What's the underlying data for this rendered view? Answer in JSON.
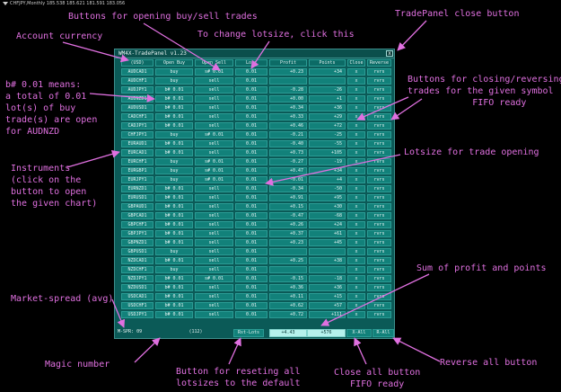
{
  "chart_header": "CHFJPY,Monthly  185.538 185.621 181.591 183.056",
  "panel": {
    "title": "WM4X-TradePanel v1.23",
    "close_label": "x",
    "headers": [
      "(USD)",
      "Open Buy",
      "Open Sell",
      "Lots",
      "Profit",
      "Points",
      "Close",
      "Reverse"
    ],
    "rows": [
      {
        "symbol": "AUDCAD1",
        "buy": "buy",
        "sell": "s# 0.01",
        "lots": "0.01",
        "profit": "+0.23",
        "points": "+34",
        "close": "x",
        "reverse": "rvrs"
      },
      {
        "symbol": "AUDCHF1",
        "buy": "buy",
        "sell": "sell",
        "lots": "0.01",
        "profit": "",
        "points": "",
        "close": "x",
        "reverse": "rvrs"
      },
      {
        "symbol": "AUDJPY1",
        "buy": "b# 0.01",
        "sell": "sell",
        "lots": "0.01",
        "profit": "-0.28",
        "points": "-26",
        "close": "x",
        "reverse": "rvrs"
      },
      {
        "symbol": "AUDNZD1",
        "buy": "b# 0.01",
        "sell": "sell",
        "lots": "0.01",
        "profit": "+0.00",
        "points": "+1",
        "close": "x",
        "reverse": "rvrs"
      },
      {
        "symbol": "AUDUSD1",
        "buy": "b# 0.01",
        "sell": "sell",
        "lots": "0.01",
        "profit": "+0.34",
        "points": "+36",
        "close": "x",
        "reverse": "rvrs"
      },
      {
        "symbol": "CADCHF1",
        "buy": "b# 0.01",
        "sell": "sell",
        "lots": "0.01",
        "profit": "+0.33",
        "points": "+29",
        "close": "x",
        "reverse": "rvrs"
      },
      {
        "symbol": "CADJPY1",
        "buy": "b# 0.01",
        "sell": "sell",
        "lots": "0.01",
        "profit": "+0.46",
        "points": "+72",
        "close": "x",
        "reverse": "rvrs"
      },
      {
        "symbol": "CHFJPY1",
        "buy": "buy",
        "sell": "s# 0.01",
        "lots": "0.01",
        "profit": "-0.21",
        "points": "-25",
        "close": "x",
        "reverse": "rvrs"
      },
      {
        "symbol": "EURAUD1",
        "buy": "b# 0.01",
        "sell": "sell",
        "lots": "0.01",
        "profit": "-0.40",
        "points": "-55",
        "close": "x",
        "reverse": "rvrs"
      },
      {
        "symbol": "EURCAD1",
        "buy": "b# 0.01",
        "sell": "sell",
        "lots": "0.01",
        "profit": "+0.73",
        "points": "+105",
        "close": "x",
        "reverse": "rvrs"
      },
      {
        "symbol": "EURCHF1",
        "buy": "buy",
        "sell": "s# 0.01",
        "lots": "0.01",
        "profit": "-0.27",
        "points": "-19",
        "close": "x",
        "reverse": "rvrs"
      },
      {
        "symbol": "EURGBP1",
        "buy": "buy",
        "sell": "s# 0.01",
        "lots": "0.01",
        "profit": "+0.47",
        "points": "+34",
        "close": "x",
        "reverse": "rvrs"
      },
      {
        "symbol": "EURJPY1",
        "buy": "buy",
        "sell": "s# 0.01",
        "lots": "0.01",
        "profit": "-0.01",
        "points": "+4",
        "close": "x",
        "reverse": "rvrs"
      },
      {
        "symbol": "EURNZD1",
        "buy": "b# 0.01",
        "sell": "sell",
        "lots": "0.01",
        "profit": "-0.34",
        "points": "-50",
        "close": "x",
        "reverse": "rvrs"
      },
      {
        "symbol": "EURUSD1",
        "buy": "b# 0.01",
        "sell": "sell",
        "lots": "0.01",
        "profit": "+0.91",
        "points": "+95",
        "close": "x",
        "reverse": "rvrs"
      },
      {
        "symbol": "GBPAUD1",
        "buy": "b# 0.01",
        "sell": "sell",
        "lots": "0.01",
        "profit": "+0.15",
        "points": "+30",
        "close": "x",
        "reverse": "rvrs"
      },
      {
        "symbol": "GBPCAD1",
        "buy": "b# 0.01",
        "sell": "sell",
        "lots": "0.01",
        "profit": "-0.47",
        "points": "-68",
        "close": "x",
        "reverse": "rvrs"
      },
      {
        "symbol": "GBPCHF1",
        "buy": "b# 0.01",
        "sell": "sell",
        "lots": "0.01",
        "profit": "+0.26",
        "points": "+24",
        "close": "x",
        "reverse": "rvrs"
      },
      {
        "symbol": "GBPJPY1",
        "buy": "b# 0.01",
        "sell": "sell",
        "lots": "0.01",
        "profit": "+0.37",
        "points": "+61",
        "close": "x",
        "reverse": "rvrs"
      },
      {
        "symbol": "GBPNZD1",
        "buy": "b# 0.01",
        "sell": "sell",
        "lots": "0.01",
        "profit": "+0.23",
        "points": "+45",
        "close": "x",
        "reverse": "rvrs"
      },
      {
        "symbol": "GBPUSD1",
        "buy": "buy",
        "sell": "sell",
        "lots": "0.01",
        "profit": "",
        "points": "",
        "close": "x",
        "reverse": "rvrs"
      },
      {
        "symbol": "NZDCAD1",
        "buy": "b# 0.01",
        "sell": "sell",
        "lots": "0.01",
        "profit": "+0.25",
        "points": "+38",
        "close": "x",
        "reverse": "rvrs"
      },
      {
        "symbol": "NZDCHF1",
        "buy": "buy",
        "sell": "sell",
        "lots": "0.01",
        "profit": "",
        "points": "",
        "close": "x",
        "reverse": "rvrs"
      },
      {
        "symbol": "NZDJPY1",
        "buy": "b# 0.01",
        "sell": "s# 0.01",
        "lots": "0.01",
        "profit": "-0.15",
        "points": "-18",
        "close": "x",
        "reverse": "rvrs"
      },
      {
        "symbol": "NZDUSD1",
        "buy": "b# 0.01",
        "sell": "sell",
        "lots": "0.01",
        "profit": "+0.36",
        "points": "+36",
        "close": "x",
        "reverse": "rvrs"
      },
      {
        "symbol": "USDCAD1",
        "buy": "b# 0.01",
        "sell": "sell",
        "lots": "0.01",
        "profit": "+0.11",
        "points": "+15",
        "close": "x",
        "reverse": "rvrs"
      },
      {
        "symbol": "USDCHF1",
        "buy": "b# 0.01",
        "sell": "sell",
        "lots": "0.01",
        "profit": "+0.62",
        "points": "+57",
        "close": "x",
        "reverse": "rvrs"
      },
      {
        "symbol": "USDJPY1",
        "buy": "b# 0.01",
        "sell": "sell",
        "lots": "0.01",
        "profit": "+0.72",
        "points": "+111",
        "close": "x",
        "reverse": "rvrs"
      }
    ],
    "footer": {
      "spread": "M-SPR: 09",
      "magic": "(112)",
      "reset_lots": "Rst-Lots",
      "total_profit": "+4.43",
      "total_points": "+576",
      "close_all": "X-All",
      "reverse_all": "R-All"
    }
  },
  "annotations": {
    "buttons_open": "Buttons for opening buy/sell trades",
    "account_currency": "Account currency",
    "close_button": "TradePanel close button",
    "lotsize_click": "To change lotsize, click this",
    "b_means": "b# 0.01 means:\na total of 0.01\nlot(s) of buy\ntrade(s) are open\nfor AUDNZD",
    "closing_reversing": "Buttons for closing/reversing\ntrades for the given symbol\n            FIFO ready",
    "lotsize_opening": "Lotsize for trade opening",
    "instruments": "Instruments\n(click on the\nbutton to open\nthe given chart)",
    "sum_profit": "Sum of profit and points",
    "market_spread": "Market-spread (avg)",
    "magic_number": "Magic number",
    "reset_button": "Button for reseting all\nlotsizes to the default",
    "close_all_button": "Close all button\n   FIFO ready",
    "reverse_all_button": "Reverse all button"
  }
}
